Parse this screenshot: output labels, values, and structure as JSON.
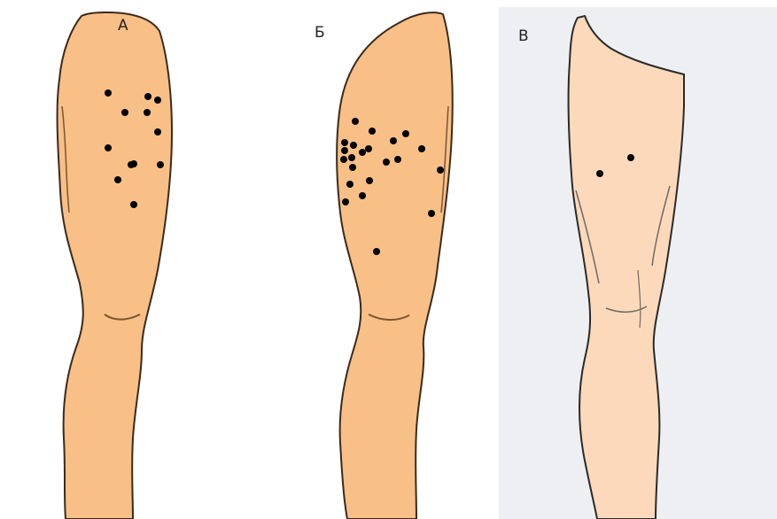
{
  "panels": [
    {
      "id": "a",
      "label": "А",
      "background": "#ffffff",
      "skin": "#F8BF86",
      "outline": "#3a2a1e",
      "point_count": 12
    },
    {
      "id": "b",
      "label": "Б",
      "background": "#ffffff",
      "skin": "#F8BF86",
      "outline": "#3a2a1e",
      "point_count": 22
    },
    {
      "id": "c",
      "label": "В",
      "background": "#eeeff3",
      "skin": "#FBD9BA",
      "outline": "#2a2a2a",
      "point_count": 2
    }
  ],
  "point_color": "#000000"
}
